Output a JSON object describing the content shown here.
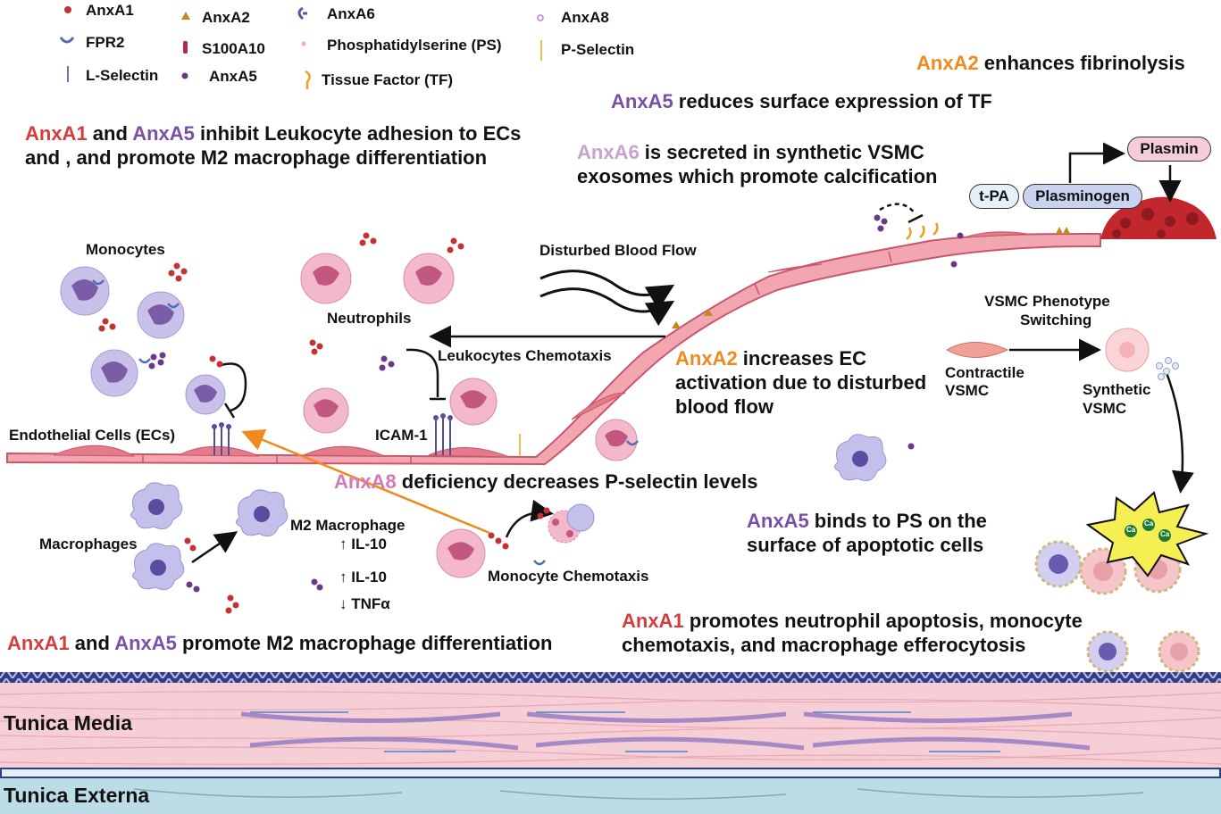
{
  "legend": {
    "anxa1": "AnxA1",
    "fpr2": "FPR2",
    "l_selectin": "L-Selectin",
    "anxa2": "AnxA2",
    "s100a10": "S100A10",
    "anxa5": "AnxA5",
    "anxa6": "AnxA6",
    "ps": "Phosphatidylserine (PS)",
    "tf": "Tissue Factor (TF)",
    "anxa8": "AnxA8",
    "p_selectin": "P-Selectin"
  },
  "statements": {
    "s1": {
      "a": "AnxA1",
      "b": " and ",
      "c": "AnxA5",
      "d": "  inhibit Leukocyte adhesion to ECs",
      "line2": "and , and promote M2 macrophage differentiation"
    },
    "s2": {
      "a": "AnxA2",
      "b": " enhances fibrinolysis"
    },
    "s3": {
      "a": "AnxA5",
      "b": " reduces surface expression of TF"
    },
    "s4": {
      "a": "AnxA6",
      "b": " is secreted in synthetic VSMC",
      "line2": "exosomes which promote calcification"
    },
    "s5": {
      "a": "AnxA2",
      "b": " increases EC",
      "line2": "activation due to disturbed",
      "line3": "blood flow"
    },
    "s6": {
      "a": "AnxA8",
      "b": " deficiency  decreases P-selectin levels"
    },
    "s7": {
      "a": "AnxA5",
      "b": " binds to PS on the",
      "line2": "surface of apoptotic cells"
    },
    "s8": {
      "a": "AnxA1",
      "b": " promotes neutrophil apoptosis, monocyte",
      "line2": "chemotaxis, and macrophage efferocytosis"
    },
    "s9": {
      "a": "AnxA1",
      "b": " and ",
      "c": "AnxA5",
      "d": " promote M2 macrophage differentiation"
    }
  },
  "labels": {
    "monocytes": "Monocytes",
    "neutrophils": "Neutrophils",
    "disturbed_flow": "Disturbed Blood Flow",
    "leuko_chemo": "Leukocytes Chemotaxis",
    "ecs": "Endothelial Cells (ECs)",
    "icam": "ICAM-1",
    "macrophages": "Macrophages",
    "m2": "M2 Macrophage",
    "il10_a": "IL-10",
    "il10_b": "IL-10",
    "tnfa": "TNFα",
    "mono_chemo": "Monocyte Chemotaxis",
    "switching_1": "VSMC Phenotype",
    "switching_2": "Switching",
    "contractile_1": "Contractile",
    "contractile_2": "VSMC",
    "synthetic_1": "Synthetic",
    "synthetic_2": "VSMC",
    "tpa": "t-PA",
    "plasminogen": "Plasminogen",
    "plasmin": "Plasmin",
    "ca": "Ca",
    "tunica_media": "Tunica Media",
    "tunica_externa": "Tunica Externa"
  },
  "colors": {
    "anxa1": "#d63c3c",
    "anxa2": "#f08a1c",
    "anxa5": "#7a4fa6",
    "anxa6": "#c9a0cf",
    "anxa8": "#d27ab5",
    "endothelium": "#f2a7b0",
    "media": "#f6cfd6",
    "externa": "#bcdde5"
  }
}
